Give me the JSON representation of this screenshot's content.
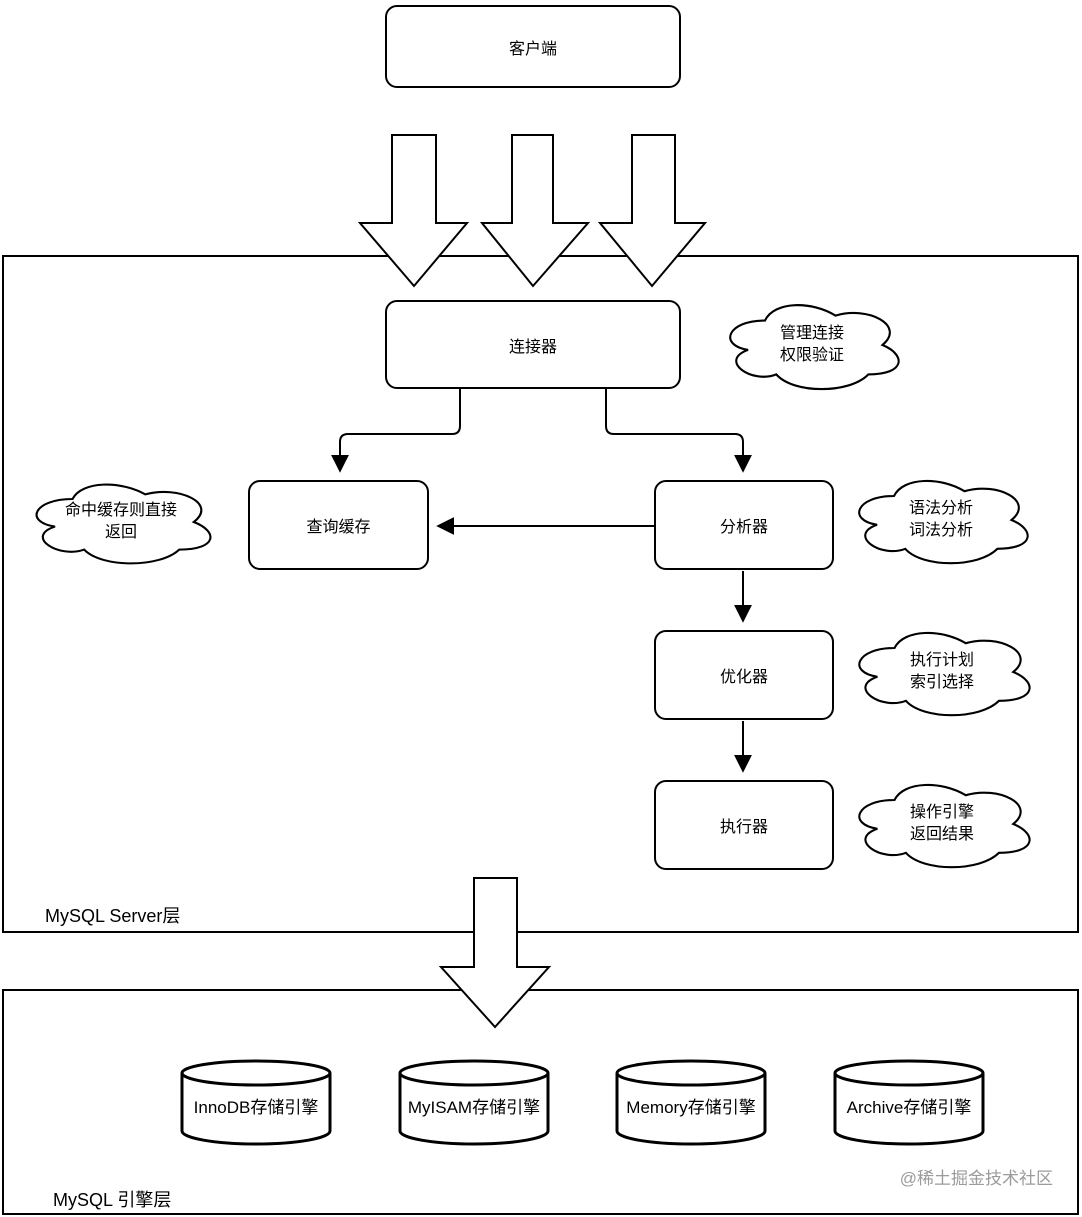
{
  "diagram": {
    "client": {
      "label": "客户端"
    },
    "layers": {
      "server": {
        "label": "MySQL Server层"
      },
      "engine": {
        "label": "MySQL 引擎层"
      }
    },
    "nodes": {
      "connector": {
        "label": "连接器",
        "note": "管理连接\n权限验证"
      },
      "query_cache": {
        "label": "查询缓存",
        "note": "命中缓存则直接\n返回"
      },
      "analyzer": {
        "label": "分析器",
        "note": "语法分析\n词法分析"
      },
      "optimizer": {
        "label": "优化器",
        "note": "执行计划\n索引选择"
      },
      "executor": {
        "label": "执行器",
        "note": "操作引擎\n返回结果"
      }
    },
    "engines": [
      "InnoDB存储引擎",
      "MyISAM存储引擎",
      "Memory存储引擎",
      "Archive存储引擎"
    ],
    "watermark": "@稀土掘金技术社区",
    "colors": {
      "stroke": "#000000",
      "background": "#ffffff",
      "watermark": "#9b9b9b"
    }
  }
}
